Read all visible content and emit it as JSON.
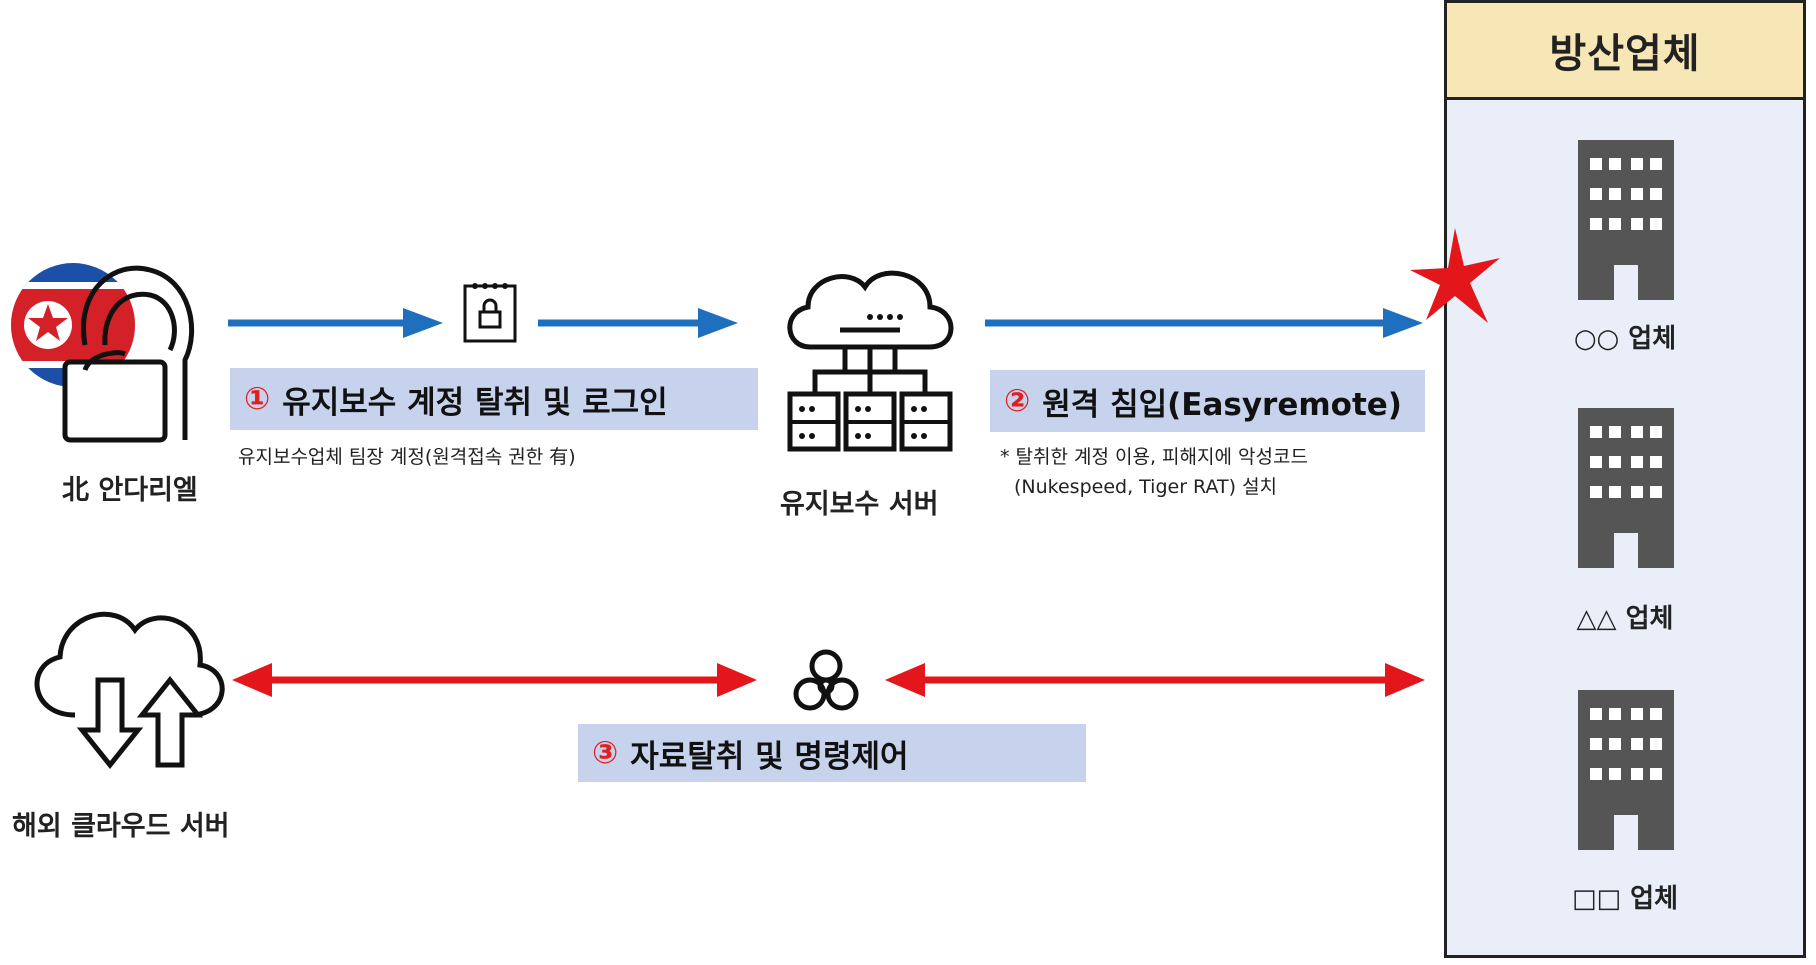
{
  "panel": {
    "title": "방산업체",
    "companies": [
      {
        "label": "○○ 업체"
      },
      {
        "label": "△△ 업체"
      },
      {
        "label": "□□ 업체"
      }
    ]
  },
  "nodes": {
    "attacker_label": "北 안다리엘",
    "maintenance_server_label": "유지보수 서버",
    "cloud_server_label": "해외 클라우드 서버"
  },
  "steps": [
    {
      "number": "①",
      "label": "유지보수 계정 탈취 및 로그인",
      "note": "유지보수업체 팀장 계정(원격접속 권한 有)"
    },
    {
      "number": "②",
      "label": "원격 침입(Easyremote)",
      "note_lines": [
        "* 탈취한 계정 이용, 피해지에 악성코드",
        "(Nukespeed, Tiger RAT) 설치"
      ]
    },
    {
      "number": "③",
      "label": "자료탈취 및 명령제어"
    }
  ],
  "colors": {
    "blue_arrow": "#1f6fbf",
    "red_arrow": "#e3161b",
    "step_box": "#c7d3ed",
    "panel_header": "#f8e7b6",
    "panel_body": "#e9eef8",
    "building": "#555555",
    "flag_blue": "#1b4fa8",
    "flag_red": "#d42027"
  },
  "icons": {
    "attacker": "hacker-with-laptop-icon",
    "flag": "north-korea-flag-icon",
    "credential": "locked-notepad-icon",
    "server": "cloud-network-server-icon",
    "cloud": "cloud-upload-download-icon",
    "biohazard": "biohazard-icon",
    "building": "office-building-icon",
    "impact": "impact-star-icon"
  }
}
